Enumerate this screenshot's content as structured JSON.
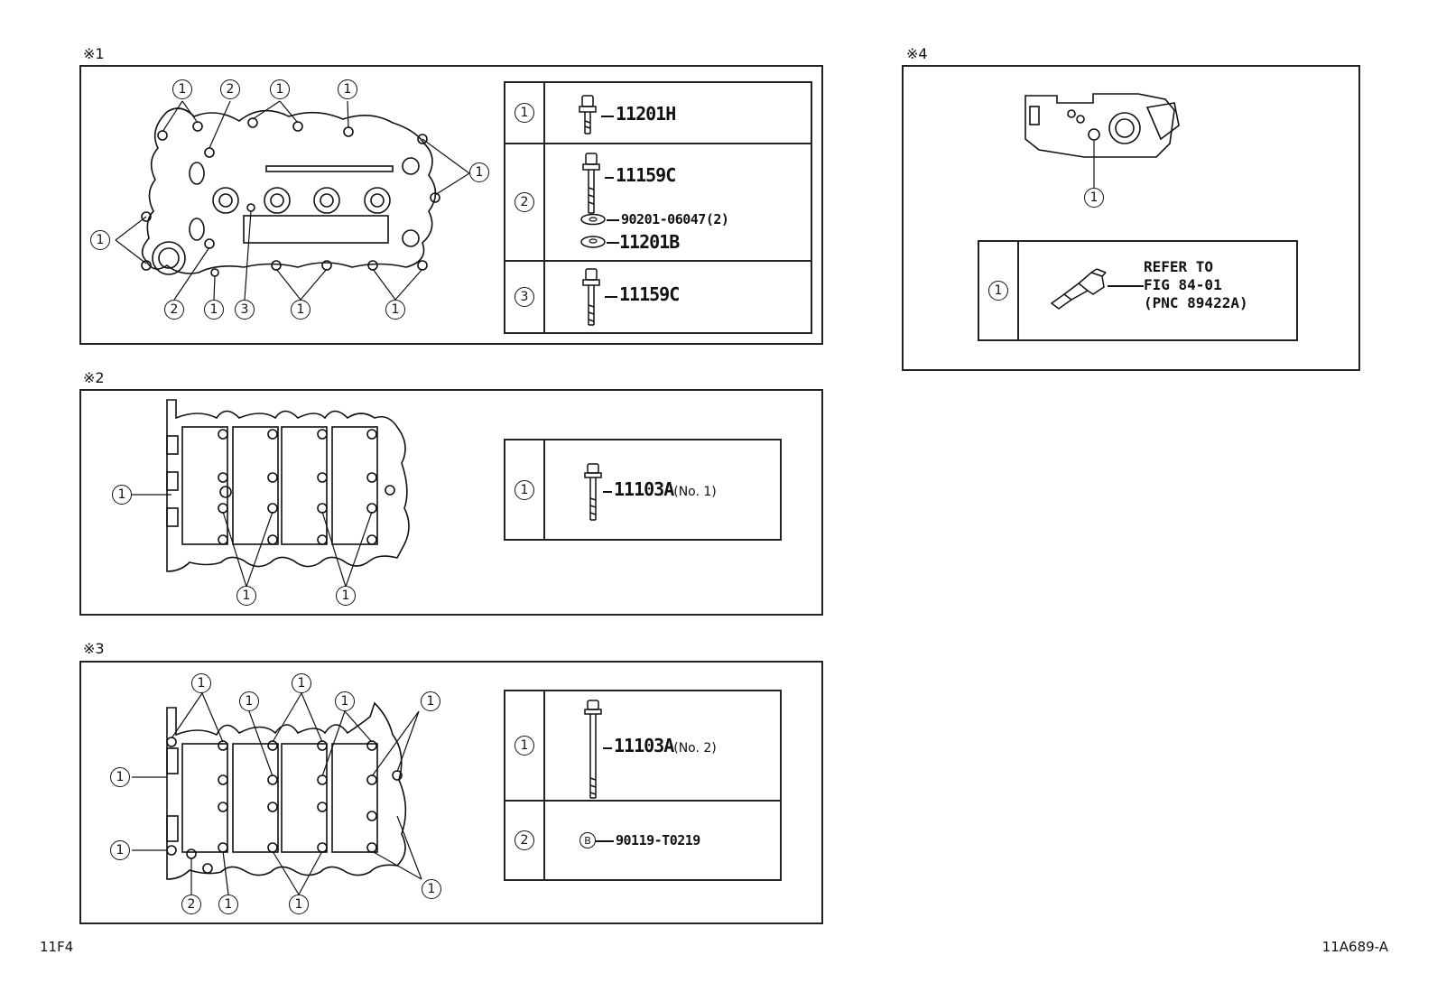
{
  "panels": {
    "p1": {
      "label": "※1",
      "callouts": {
        "c_top1": "1",
        "c_top2": "2",
        "c_top3": "1",
        "c_top4": "1",
        "c_right": "1",
        "c_left": "1",
        "c_b1": "2",
        "c_b2": "1",
        "c_b3": "3",
        "c_b4": "1",
        "c_b5": "1"
      },
      "rows": [
        {
          "num": "1",
          "parts": [
            "11201H"
          ]
        },
        {
          "num": "2",
          "parts": [
            "11159C",
            "90201-06047(2)",
            "11201B"
          ]
        },
        {
          "num": "3",
          "parts": [
            "11159C"
          ]
        }
      ]
    },
    "p2": {
      "label": "※2",
      "callouts": {
        "c_left": "1",
        "c_b1": "1",
        "c_b2": "1"
      },
      "rows": [
        {
          "num": "1",
          "part": "11103A",
          "suffix": "(No. 1)"
        }
      ]
    },
    "p3": {
      "label": "※3",
      "callouts": {
        "t1": "1",
        "t2": "1",
        "t3": "1",
        "t4": "1",
        "t5": "1",
        "l1": "1",
        "l2": "1",
        "b1": "2",
        "b2": "1",
        "b3": "1",
        "b4": "1"
      },
      "rows": [
        {
          "num": "1",
          "part": "11103A",
          "suffix": "(No. 2)"
        },
        {
          "num": "2",
          "part": "90119-T0219",
          "marker": "B"
        }
      ]
    },
    "p4": {
      "label": "※4",
      "callouts": {
        "c1": "1"
      },
      "rows": [
        {
          "num": "1",
          "refer_line1": "REFER TO",
          "refer_line2": "FIG 84-01",
          "refer_line3": "(PNC 89422A)"
        }
      ]
    }
  },
  "footer": {
    "left": "11F4",
    "right": "11A689-A"
  },
  "icons": [
    "bolt-icon",
    "washer-icon",
    "sensor-icon",
    "circled-b-marker-icon"
  ]
}
